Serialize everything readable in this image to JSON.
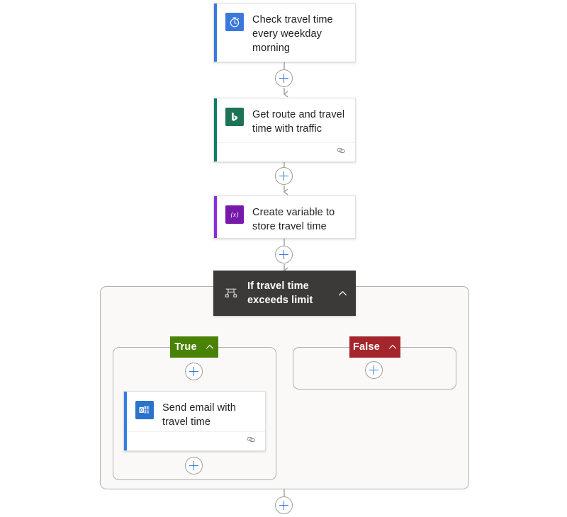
{
  "flow": {
    "title": "Check travel time every weekday morning",
    "nodes": [
      {
        "id": "trigger",
        "label": "Check travel time every weekday morning",
        "icon": "stopwatch-icon",
        "icon_bg": "#3b78dc",
        "accent": "#3b78dc",
        "has_footer": false,
        "footer_icon": ""
      },
      {
        "id": "bing-maps",
        "label": "Get route and travel time with traffic",
        "icon": "bing-icon",
        "icon_bg": "#1d7355",
        "accent": "#107c63",
        "has_footer": true,
        "footer_icon": "link-icon"
      },
      {
        "id": "init-variable",
        "label": "Create variable to store travel time",
        "icon": "variable-icon",
        "icon_bg": "#7719aa",
        "accent": "#8a2be2",
        "has_footer": false,
        "footer_icon": ""
      },
      {
        "id": "send-email",
        "label": "Send email with travel time",
        "icon": "outlook-icon",
        "icon_bg": "#2a72cc",
        "accent": "#2f7fe0",
        "has_footer": true,
        "footer_icon": "link-icon"
      }
    ],
    "condition": {
      "label": "If travel time exceeds limit",
      "icon": "condition-icon",
      "collapse_icon": "chevron-up-icon",
      "header_bg": "#3b3a39",
      "branches": [
        {
          "id": "true",
          "label": "True",
          "color": "#498205",
          "collapse_icon": "chevron-up-icon"
        },
        {
          "id": "false",
          "label": "False",
          "color": "#a4262c",
          "collapse_icon": "chevron-up-icon"
        }
      ]
    },
    "add_buttons": [
      {
        "id": "add-after-trigger",
        "label": "+"
      },
      {
        "id": "add-after-bing",
        "label": "+"
      },
      {
        "id": "add-after-variable",
        "label": "+"
      },
      {
        "id": "add-in-true-top",
        "label": "+"
      },
      {
        "id": "add-in-true-bottom",
        "label": "+"
      },
      {
        "id": "add-in-false",
        "label": "+"
      },
      {
        "id": "add-after-condition",
        "label": "+"
      }
    ]
  }
}
